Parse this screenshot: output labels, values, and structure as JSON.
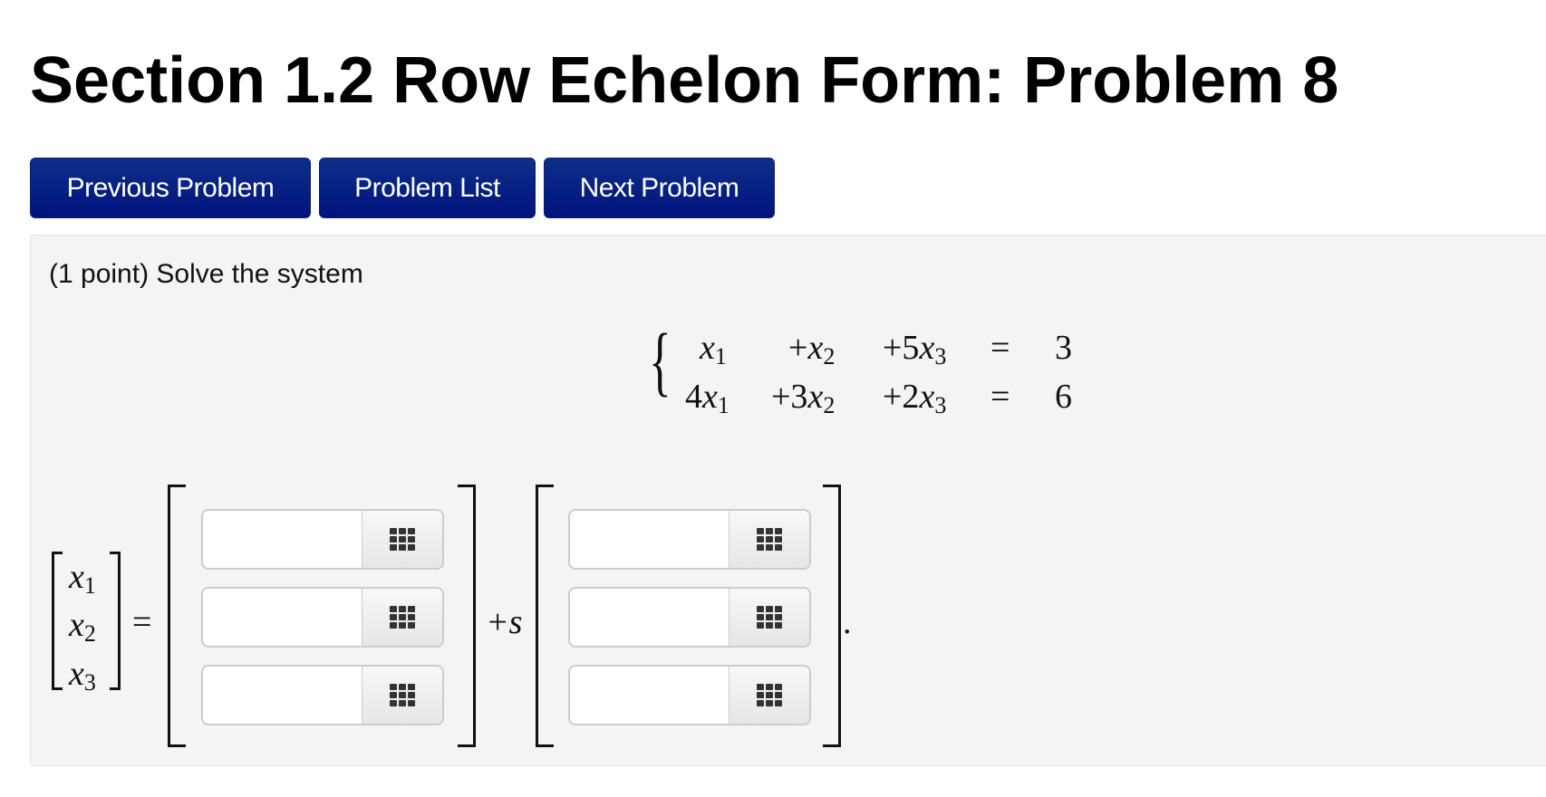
{
  "title": "Section 1.2 Row Echelon Form: Problem 8",
  "nav": {
    "previous": "Previous Problem",
    "list": "Problem List",
    "next": "Next Problem",
    "color": "#00137e"
  },
  "problem": {
    "intro": "(1 point) Solve the system",
    "system": [
      {
        "t1": "",
        "t2": "+",
        "c2": "",
        "t3": "+5",
        "eq": "=",
        "rhs": "3"
      },
      {
        "t1": "4",
        "t2": "+3",
        "c2": "",
        "t3": "+2",
        "eq": "=",
        "rhs": "6"
      }
    ],
    "var": "x",
    "subs": [
      "1",
      "2",
      "3"
    ],
    "equals": "=",
    "plus_s": "+s",
    "period": ".",
    "answers": {
      "particular": [
        "",
        "",
        ""
      ],
      "direction": [
        "",
        "",
        ""
      ]
    },
    "palette_icon": "grid-icon"
  }
}
